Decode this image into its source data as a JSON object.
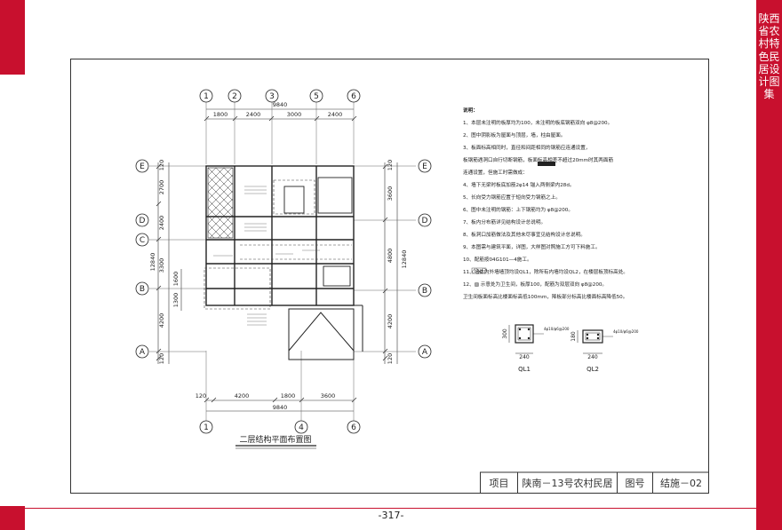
{
  "side_title": "陕西省农村特色民居设计图集",
  "page_number": "-317-",
  "drawing": {
    "top_axes": [
      "1",
      "2",
      "3",
      "5",
      "6"
    ],
    "top_overall": "9840",
    "top_dims": [
      "1800",
      "2400",
      "3000",
      "2400"
    ],
    "bottom_axes": [
      "1",
      "4",
      "6"
    ],
    "bottom_dims": [
      "120",
      "4200",
      "1800",
      "3600"
    ],
    "bottom_overall": "9840",
    "side_axes": [
      "E",
      "D",
      "C",
      "B",
      "A"
    ],
    "left_dims": [
      "120",
      "2700",
      "2400",
      "3300",
      "4200",
      "120"
    ],
    "left_sub_dims": [
      "1600",
      "1300"
    ],
    "left_overall": "12840",
    "right_dims": [
      "120",
      "3600",
      "4800",
      "4200",
      "120"
    ],
    "right_overall": "12840",
    "plan_title": "二层结构平面布置图"
  },
  "notes": {
    "heading": "说明：",
    "items": [
      "1、本层未注明的板厚均为100，未注明的板底钢筋双向 φ8@200。",
      "2、图中阴影板为屋面与顶层，墙，柱由屋面。",
      "3、板面标高相同时，直径和间距相同的钢筋应连通设置，",
      "   板钢筋遇洞口自行切断钢筋，板面标高相差不超过20mm时其两面筋",
      "   连通设置，但施工时需做成：",
      "4、墙下无梁时板底加筋2φ14 锚入两侧梁内28d。",
      "5、长向受力钢筋应置于短向受力钢筋之上。",
      "6、图中未注明的钢筋：上下钢筋均为 φ8@200。",
      "7、板内分布筋详见结构设计总说明。",
      "8、板洞口加筋做法及其他未尽事宜见结构设计总说明。",
      "9、本图需与建筑平面，详图，大样图对照施工方可下料施工。",
      "10、配筋按04G101—4施工。",
      "11、墙体内外墙墙顶均设QL1，除所有内墙均设QL2，在楼层板顶标高处。",
      "12、▨ 示意处为卫生间，板厚100，配筋为双层双向 φ8@200。",
      "   卫生间板面标高比楼面标高低100mm，降板部分标高比楼面标高降低50。"
    ]
  },
  "sections": [
    {
      "name": "QL1",
      "height": "300",
      "width": "240",
      "bars": "4φ10/φ6@200"
    },
    {
      "name": "QL2",
      "height": "180",
      "width": "240",
      "bars": "4φ10/φ6@200"
    }
  ],
  "title_block": {
    "project_label": "项目",
    "project_name": "陕南－13号农村民居",
    "drawing_no_label": "图号",
    "drawing_no": "结施－02"
  }
}
